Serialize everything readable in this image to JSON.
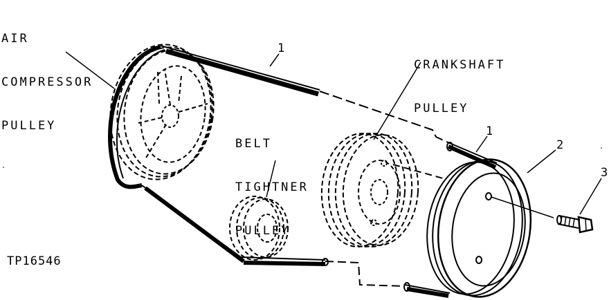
{
  "labels": {
    "air_compressor_pulley": [
      "AIR",
      "COMPRESSOR",
      "PULLEY"
    ],
    "crankshaft_pulley": [
      "CRANKSHAFT",
      "PULLEY"
    ],
    "belt_tightener_pulley": [
      "BELT",
      "TIGHTNER",
      "PULLEY"
    ]
  },
  "callouts": {
    "belt_upper": "1",
    "belt_right": "1",
    "pulley_face": "2",
    "cap_screw": "3"
  },
  "figure_id": "TP16546",
  "colors": {
    "ink": "#000000",
    "paper": "#ffffff"
  }
}
